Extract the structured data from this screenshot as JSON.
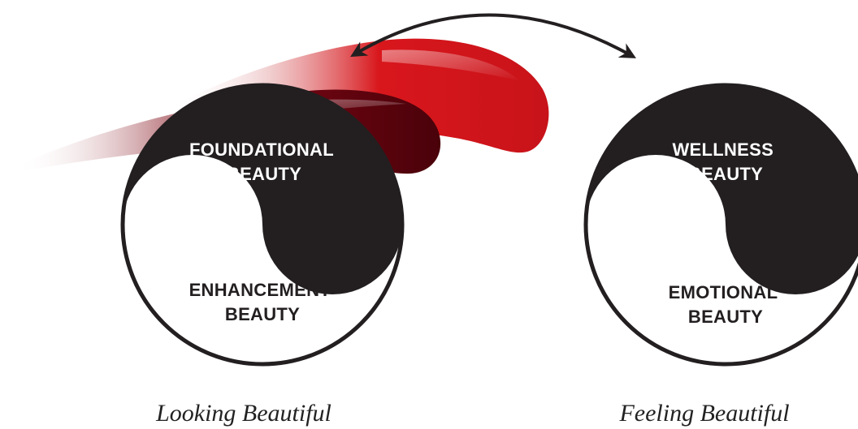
{
  "colors": {
    "swatch_main": "#d8171c",
    "swatch_dark": "#6a0410",
    "yin_yang_dark": "#231f20",
    "yin_yang_light": "#ffffff",
    "arrow": "#231f20"
  },
  "icons": {
    "connector": "curved-double-arrow-icon",
    "swatch": "lipstick-swatch-icon"
  },
  "left_group": {
    "top_label": {
      "line1": "FOUNDATIONAL",
      "line2": "BEAUTY"
    },
    "bottom_label": {
      "line1": "ENHANCEMENT",
      "line2": "BEAUTY"
    },
    "caption": "Looking Beautiful"
  },
  "right_group": {
    "top_label": {
      "line1": "WELLNESS",
      "line2": "BEAUTY"
    },
    "bottom_label": {
      "line1": "EMOTIONAL",
      "line2": "BEAUTY"
    },
    "caption": "Feeling Beautiful"
  }
}
